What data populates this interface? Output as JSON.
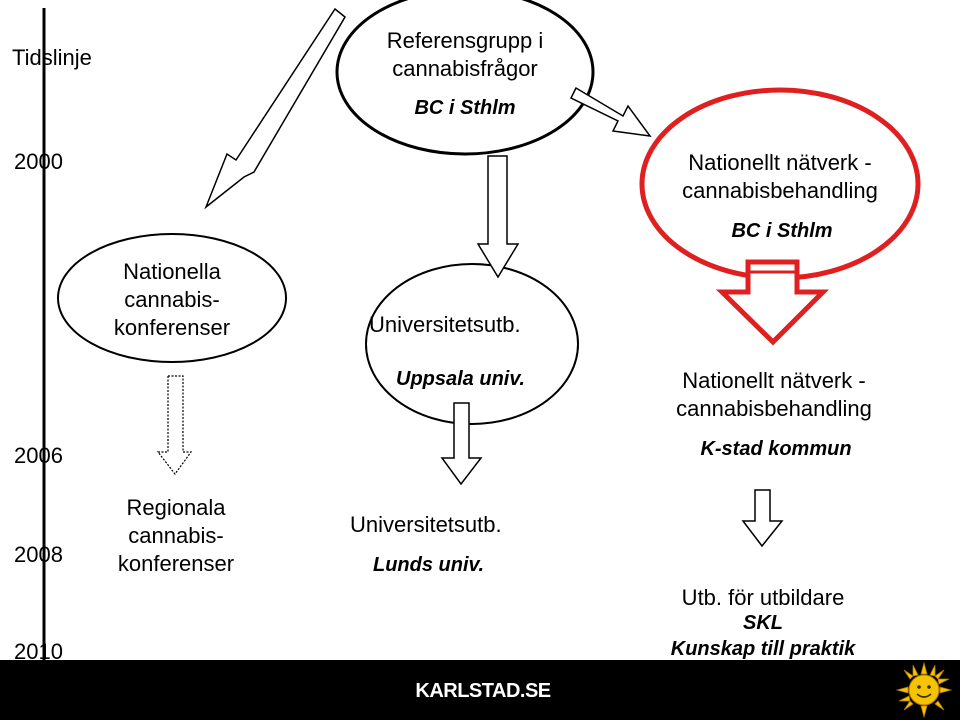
{
  "timeline": {
    "title": "Tidslinje",
    "years": [
      "2000",
      "2006",
      "2008",
      "2010"
    ]
  },
  "nodes": {
    "referensgrupp": {
      "line1": "Referensgrupp i",
      "line2": "cannabisfrågor",
      "sub": "BC i Sthlm"
    },
    "nationella_konf": {
      "line1": "Nationella",
      "line2": "cannabis-",
      "line3": "konferenser"
    },
    "univ_uppsala": {
      "line1": "Universitetsutb.",
      "sub": "Uppsala univ."
    },
    "natverk_sthlm": {
      "line1": "Nationellt nätverk -",
      "line2": "cannabisbehandling",
      "sub": "BC i Sthlm"
    },
    "natverk_kstad": {
      "line1": "Nationellt nätverk -",
      "line2": "cannabisbehandling",
      "sub": "K-stad kommun"
    },
    "regionala_konf": {
      "line1": "Regionala",
      "line2": "cannabis-",
      "line3": "konferenser"
    },
    "univ_lund": {
      "line1": "Universitetsutb.",
      "sub": "Lunds univ."
    },
    "utb": {
      "line1": "Utb. för utbildare",
      "sub1": "SKL",
      "sub2": "Kunskap till praktik"
    }
  },
  "footer": {
    "brand": "KARLSTAD.SE",
    "logo_icon": "sun-face-icon"
  },
  "colors": {
    "highlight": "#e02020",
    "footer_bg": "#000000",
    "sun": "#f5c400"
  }
}
